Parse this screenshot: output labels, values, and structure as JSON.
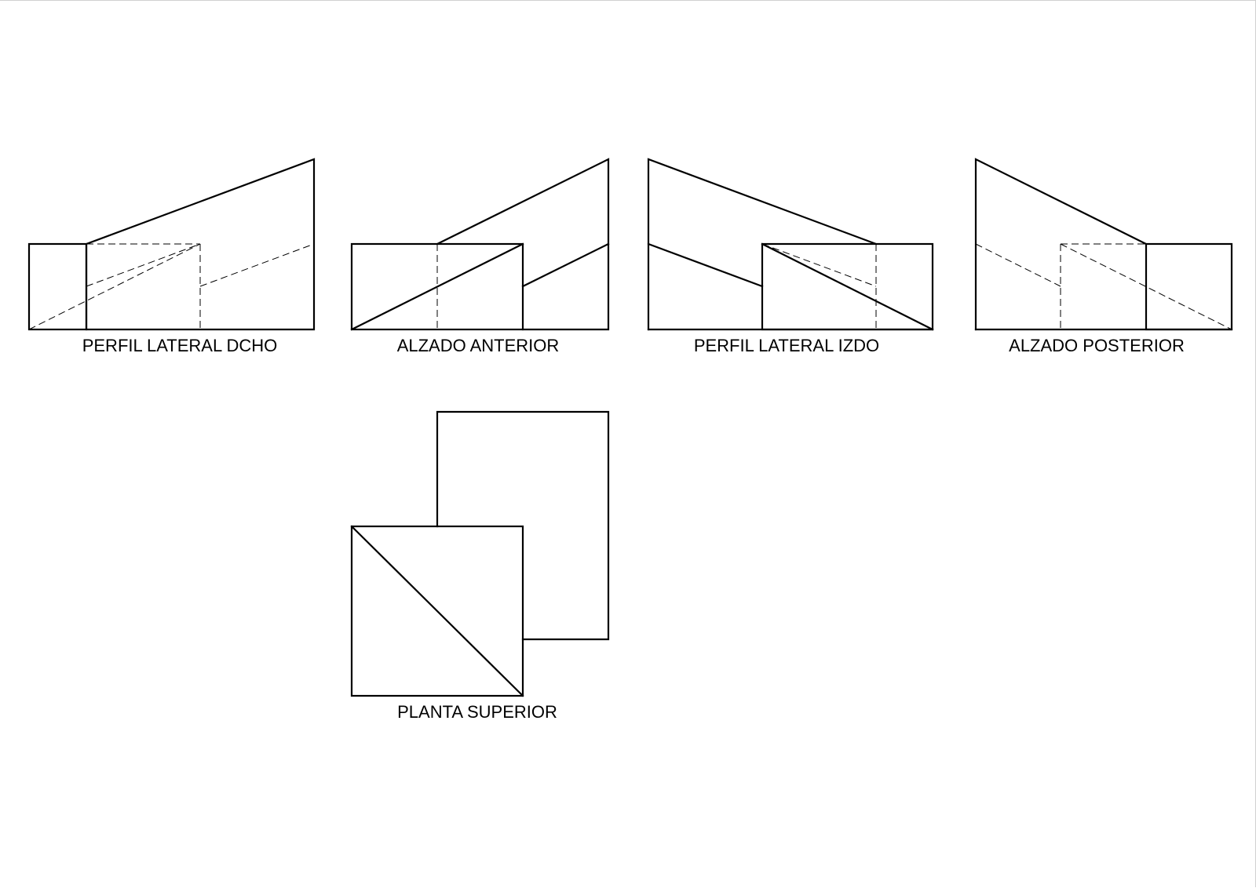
{
  "views": {
    "perfil_lateral_dcho": {
      "label": "PERFIL LATERAL DCHO"
    },
    "alzado_anterior": {
      "label": "ALZADO ANTERIOR"
    },
    "perfil_lateral_izdo": {
      "label": "PERFIL LATERAL IZDO"
    },
    "alzado_posterior": {
      "label": "ALZADO POSTERIOR"
    },
    "planta_superior": {
      "label": "PLANTA SUPERIOR"
    }
  },
  "colors": {
    "line": "#000000",
    "background": "#ffffff"
  }
}
